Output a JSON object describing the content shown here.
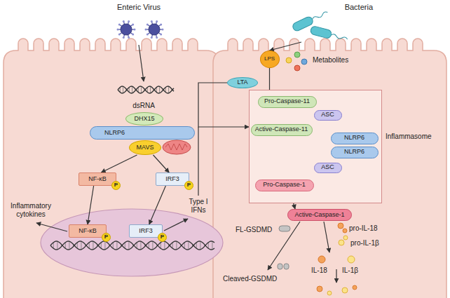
{
  "diagram": {
    "nodes": [
      {
        "text": [
          "Enteric Virus"
        ]
      },
      {
        "text": [
          "Bacteria"
        ]
      },
      {
        "text": [
          "dsRNA"
        ]
      },
      {
        "text": [
          "DHX15"
        ]
      },
      {
        "text": [
          "NLRP6"
        ]
      },
      {
        "text": [
          "MAVS"
        ]
      },
      {
        "text": [
          "NF-κB"
        ]
      },
      {
        "text": [
          "P"
        ],
        "in": 6
      },
      {
        "text": [
          "IRF3"
        ]
      },
      {
        "text": [
          "P"
        ],
        "in": 8
      },
      {
        "text": [
          "NF-κB"
        ]
      },
      {
        "text": [
          "P"
        ],
        "in": 10
      },
      {
        "text": [
          "IRF3"
        ]
      },
      {
        "text": [
          "P"
        ],
        "in": 12
      },
      {
        "text": [
          "LTA"
        ]
      },
      {
        "text": [
          "LPS"
        ]
      },
      {
        "text": [
          "Inflammasome"
        ]
      },
      {
        "text": [
          "Pro-Caspase-11"
        ],
        "in": 16
      },
      {
        "text": [
          "ASC"
        ],
        "in": 16
      },
      {
        "text": [
          "Active-Caspase-11"
        ],
        "in": 16
      },
      {
        "text": [
          "NLRP6"
        ],
        "in": 16
      },
      {
        "text": [
          "NLRP6"
        ],
        "in": 16
      },
      {
        "text": [
          "ASC"
        ],
        "in": 16
      },
      {
        "text": [
          "Pro-Caspase-1"
        ],
        "in": 16
      },
      {
        "text": [
          "Active-Caspase-1"
        ]
      }
    ],
    "edges": [
      {
        "from": 0,
        "to": 2,
        "arrow": "to"
      },
      {
        "from": 1,
        "to": 15,
        "arrow": "to"
      },
      {
        "from": 5,
        "to": 6,
        "arrow": "to"
      },
      {
        "from": 5,
        "to": 8,
        "arrow": "to"
      },
      {
        "from": 6,
        "to": 10,
        "arrow": "to"
      },
      {
        "from": 8,
        "to": 12,
        "arrow": "to"
      },
      {
        "from": 14,
        "to": 16,
        "arrow": "to"
      },
      {
        "from": 15,
        "to": 17,
        "arrow": "to"
      },
      {
        "from": 17,
        "to": 19,
        "arrow": "to"
      },
      {
        "from": 19,
        "to": 23,
        "arrow": "to"
      },
      {
        "from": 23,
        "to": 24,
        "arrow": "to"
      }
    ],
    "labels": [
      "Metabolites",
      "Inflammatory cytokines",
      "Type I IFNs",
      "FL-GSDMD",
      "pro-IL-18",
      "pro-IL-1β",
      "Cleaved-GSDMD",
      "IL-18",
      "IL-1β"
    ]
  }
}
